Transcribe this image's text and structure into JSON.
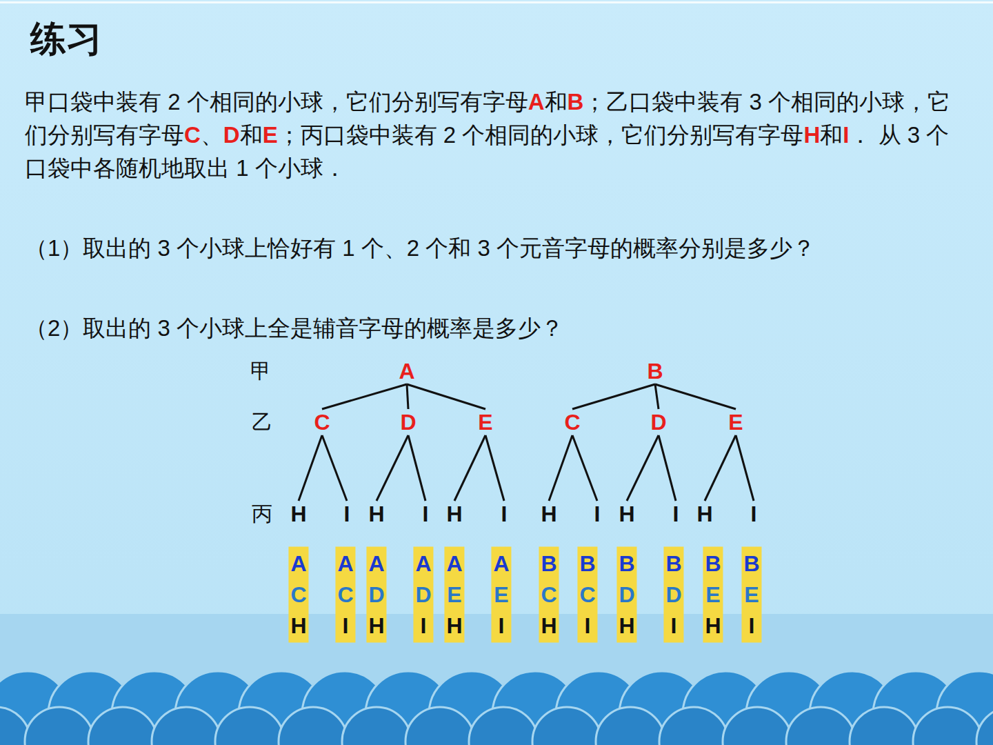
{
  "diagram": {
    "title": "练习",
    "nodes": [
      {
        "text": [
          "A"
        ]
      },
      {
        "text": [
          "B"
        ]
      },
      {
        "text": [
          "C"
        ]
      },
      {
        "text": [
          "D"
        ]
      },
      {
        "text": [
          "E"
        ]
      },
      {
        "text": [
          "C"
        ]
      },
      {
        "text": [
          "D"
        ]
      },
      {
        "text": [
          "E"
        ]
      },
      {
        "text": [
          "H"
        ]
      },
      {
        "text": [
          "I"
        ]
      },
      {
        "text": [
          "H"
        ]
      },
      {
        "text": [
          "I"
        ]
      },
      {
        "text": [
          "H"
        ]
      },
      {
        "text": [
          "I"
        ]
      },
      {
        "text": [
          "H"
        ]
      },
      {
        "text": [
          "I"
        ]
      },
      {
        "text": [
          "H"
        ]
      },
      {
        "text": [
          "I"
        ]
      },
      {
        "text": [
          "H"
        ]
      },
      {
        "text": [
          "I"
        ]
      },
      {
        "text": [
          "A",
          "C",
          "H"
        ]
      },
      {
        "text": [
          "A",
          "C",
          "I"
        ]
      },
      {
        "text": [
          "A",
          "D",
          "H"
        ]
      },
      {
        "text": [
          "A",
          "D",
          "I"
        ]
      },
      {
        "text": [
          "A",
          "E",
          "H"
        ]
      },
      {
        "text": [
          "A",
          "E",
          "I"
        ]
      },
      {
        "text": [
          "B",
          "C",
          "H"
        ]
      },
      {
        "text": [
          "B",
          "C",
          "I"
        ]
      },
      {
        "text": [
          "B",
          "D",
          "H"
        ]
      },
      {
        "text": [
          "B",
          "D",
          "I"
        ]
      },
      {
        "text": [
          "B",
          "E",
          "H"
        ]
      },
      {
        "text": [
          "B",
          "E",
          "I"
        ]
      }
    ],
    "edges": [
      {
        "from": 0,
        "to": 2,
        "arrow": "none"
      },
      {
        "from": 0,
        "to": 3,
        "arrow": "none"
      },
      {
        "from": 0,
        "to": 4,
        "arrow": "none"
      },
      {
        "from": 1,
        "to": 5,
        "arrow": "none"
      },
      {
        "from": 1,
        "to": 6,
        "arrow": "none"
      },
      {
        "from": 1,
        "to": 7,
        "arrow": "none"
      },
      {
        "from": 2,
        "to": 8,
        "arrow": "none"
      },
      {
        "from": 2,
        "to": 9,
        "arrow": "none"
      },
      {
        "from": 3,
        "to": 10,
        "arrow": "none"
      },
      {
        "from": 3,
        "to": 11,
        "arrow": "none"
      },
      {
        "from": 4,
        "to": 12,
        "arrow": "none"
      },
      {
        "from": 4,
        "to": 13,
        "arrow": "none"
      },
      {
        "from": 5,
        "to": 14,
        "arrow": "none"
      },
      {
        "from": 5,
        "to": 15,
        "arrow": "none"
      },
      {
        "from": 6,
        "to": 16,
        "arrow": "none"
      },
      {
        "from": 6,
        "to": 17,
        "arrow": "none"
      },
      {
        "from": 7,
        "to": 18,
        "arrow": "none"
      },
      {
        "from": 7,
        "to": 19,
        "arrow": "none"
      }
    ],
    "labels": [
      "甲口袋中装有 2 个相同的小球，它们分别写有字母",
      "A",
      "和",
      "B",
      "；乙口袋中装有 3 个相同的小球，它们分别写有字母",
      "C",
      "、",
      "D",
      "和",
      "E",
      "；丙口袋中装有 2 个相同的小球，它们分别写有字母",
      "H",
      "和",
      "I",
      "． 从 3 个口袋中各随机地取出 1 个小球．",
      "（1）取出的 3 个小球上恰好有 1 个、2 个和 3 个元音字母的概率分别是多少？",
      "（2）取出的 3 个小球上全是辅音字母的概率是多少？",
      "甲",
      "乙",
      "丙"
    ]
  }
}
